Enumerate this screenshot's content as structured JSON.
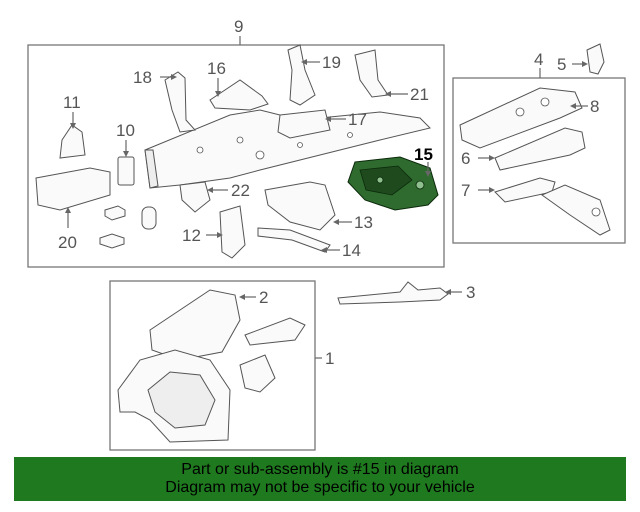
{
  "callouts": {
    "n1": "1",
    "n2": "2",
    "n3": "3",
    "n4": "4",
    "n5": "5",
    "n6": "6",
    "n7": "7",
    "n8": "8",
    "n9": "9",
    "n10": "10",
    "n11": "11",
    "n12": "12",
    "n13": "13",
    "n14": "14",
    "n15": "15",
    "n16": "16",
    "n17": "17",
    "n18": "18",
    "n19": "19",
    "n20": "20",
    "n21": "21",
    "n22": "22"
  },
  "highlight_part": "15",
  "colors": {
    "banner_bg": "#1f7a1f",
    "highlight_part": "#2f6b2f"
  },
  "banner": {
    "line1": "Part or sub-assembly is #15 in diagram",
    "line2": "Diagram may not be specific to your vehicle"
  }
}
